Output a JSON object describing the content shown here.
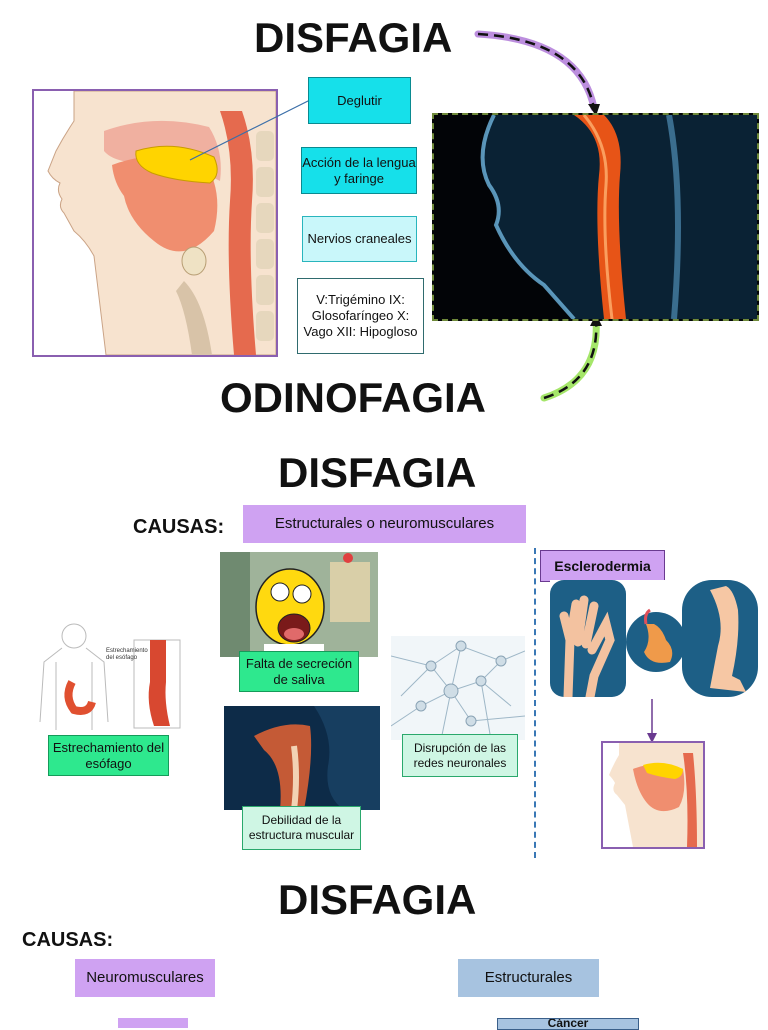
{
  "slide1": {
    "title": "DISFAGIA",
    "subtitle": "ODINOFAGIA",
    "boxes": [
      "Deglutir",
      "Acción de la lengua y faringe",
      "Nervios craneales",
      "V:Trigémino IX: Glosofaríngeo X: Vago XII: Hipogloso"
    ]
  },
  "slide2": {
    "title": "DISFAGIA",
    "causas_label": "CAUSAS:",
    "causas_type": "Estructurales o neuromusculares",
    "esclerodermia": "Esclerodermia",
    "boxes": {
      "saliva": "Falta de secreción de saliva",
      "esofago": "Estrechamiento del esófago",
      "debilidad": "Debilidad de la estructura muscular",
      "redes": "Disrupción de las redes neuronales"
    },
    "esofago_inset_label": "Estrechamiento del esófago"
  },
  "slide3": {
    "title": "DISFAGIA",
    "causas_label": "CAUSAS:",
    "neuromusculares": "Neuromusculares",
    "estructurales": "Estructurales",
    "cut_box_right": "Cáncer"
  },
  "colors": {
    "cyan": "#16e0ea",
    "lavender": "#cfa2f2",
    "green": "#2ee88e",
    "light_blue": "#a7c3e0",
    "arrow_purple": "#b07ad8",
    "arrow_green": "#9be35a"
  }
}
